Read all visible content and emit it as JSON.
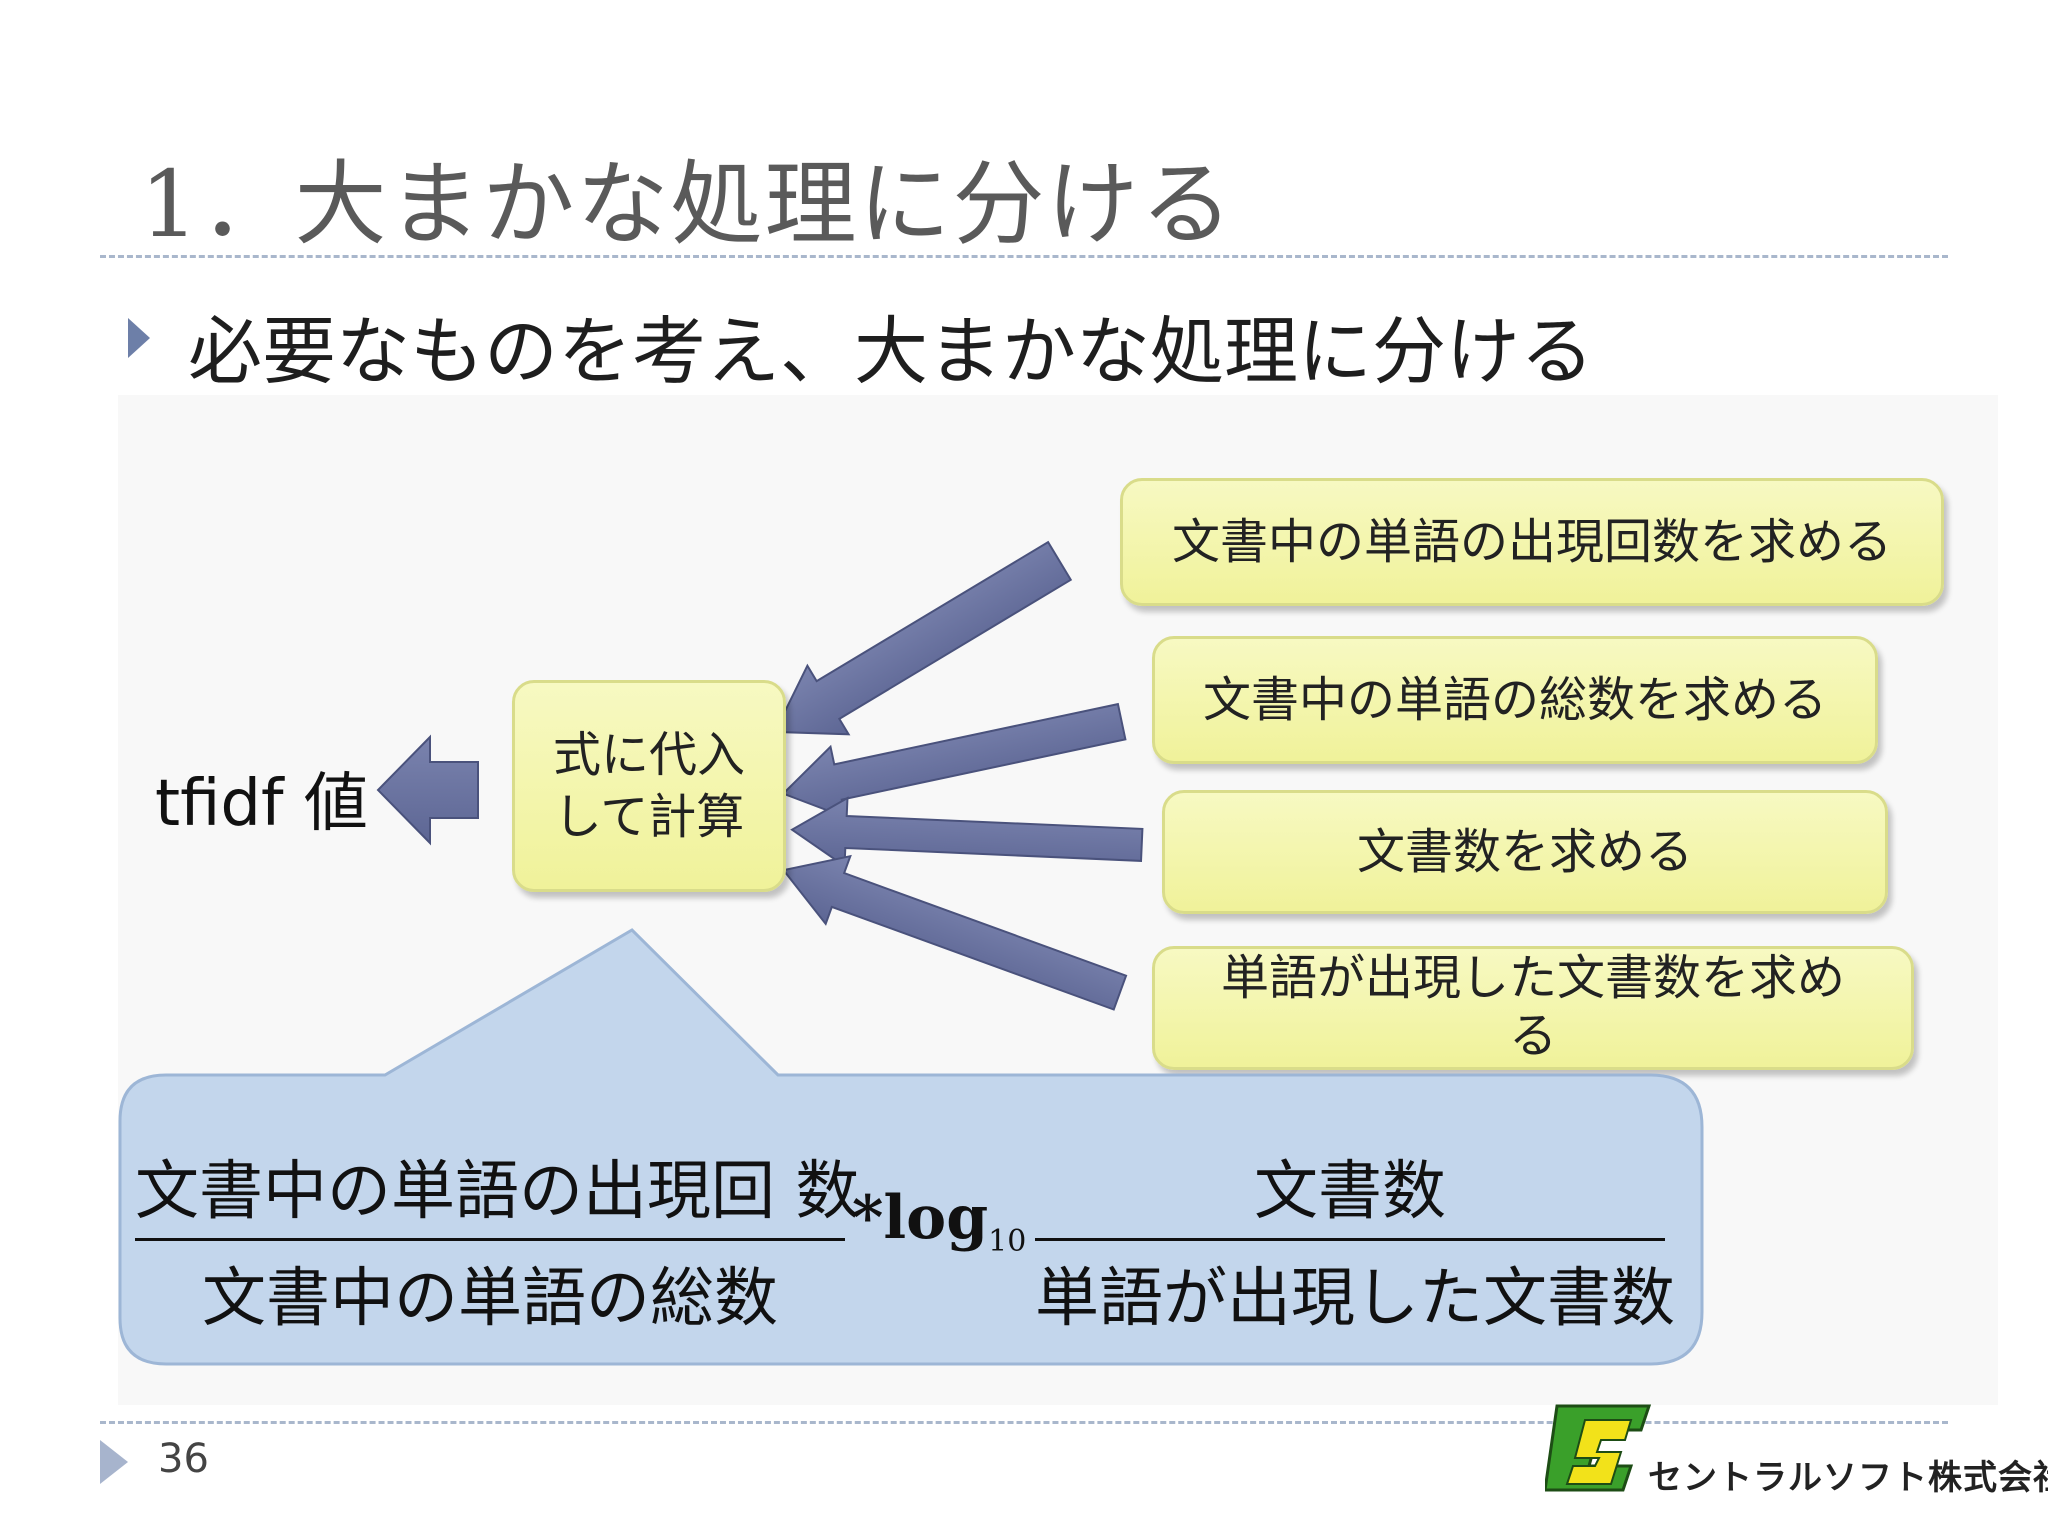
{
  "slide": {
    "title": "1．大まかな処理に分ける",
    "bullet": "必要なものを考え、大まかな処理に分ける",
    "page_number": "36"
  },
  "diagram": {
    "result_label": "tfidf 値",
    "compute_box": [
      "式に代入",
      "して計算"
    ],
    "steps": [
      "文書中の単語の出現回数を求める",
      "文書中の単語の総数を求める",
      "文書数を求める",
      [
        "単語が出現した文書数を求め",
        "る"
      ]
    ]
  },
  "formula": {
    "frac1_numerator": "文書中の単語の出現回 数",
    "frac1_denominator": "文書中の単語の総数",
    "operator": "*log",
    "log_base": "10",
    "frac2_numerator": "文書数",
    "frac2_denominator": "単語が出現した文書数"
  },
  "logo": {
    "letters": "CS",
    "company_name": "セントラルソフト株式会社"
  },
  "colors": {
    "title_gray": "#5a5a5a",
    "bullet_arrow": "#6d7fa8",
    "arrow_fill": "#6a73a0",
    "box_fill": "#f3f5b0",
    "callout_fill": "#c3d6ec",
    "rule": "#a9b7cc",
    "logo_green": "#3aa02a",
    "logo_yellow": "#f2e21a"
  }
}
